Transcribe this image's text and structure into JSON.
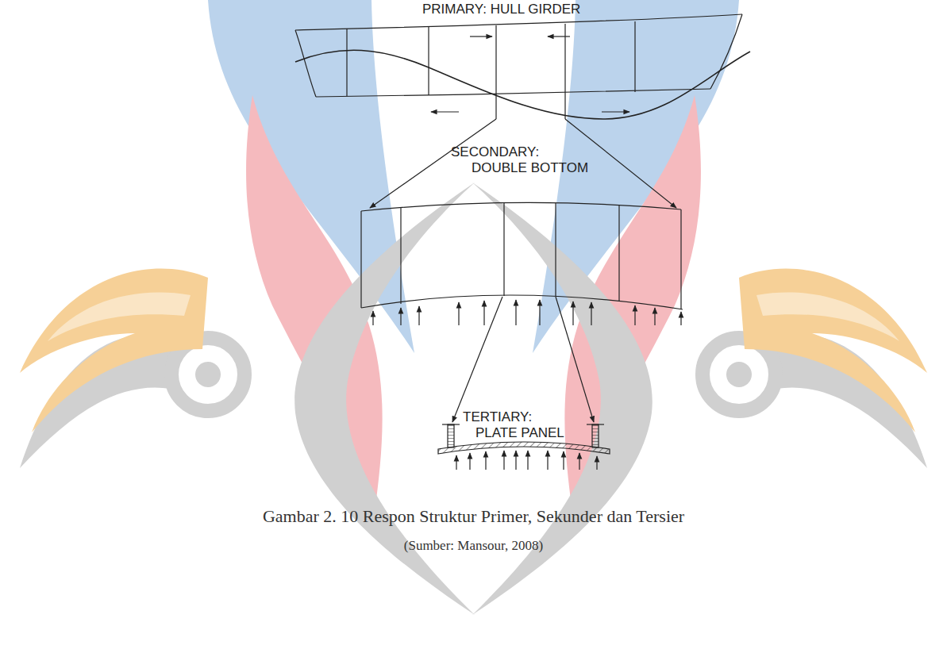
{
  "diagram": {
    "caption": "Gambar 2. 10 Respon Struktur Primer, Sekunder dan Tersier",
    "labels": [
      "PRIMARY: HULL GIRDER",
      "SECONDARY: DOUBLE BOTTOM",
      "TERTIARY: PLATE PANEL",
      "(Sumber: Mansour, 2008)"
    ]
  }
}
